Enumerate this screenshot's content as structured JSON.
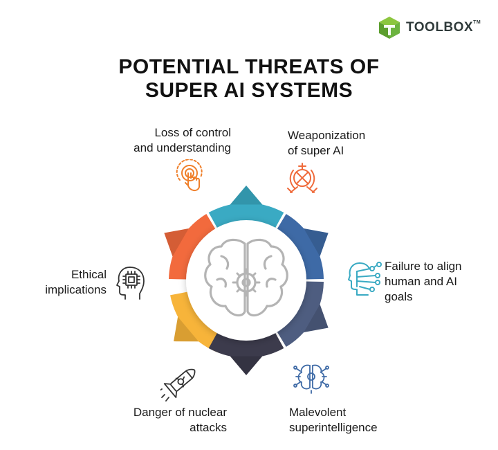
{
  "brand": {
    "name": "TOOLBOX",
    "trademark": "TM",
    "color": "#6cb33f"
  },
  "title": {
    "line1": "POTENTIAL THREATS OF",
    "line2": "SUPER AI SYSTEMS"
  },
  "threats": [
    {
      "line1": "Loss of control",
      "line2": "and understanding",
      "icon": "touch-icon",
      "color": "#f7b43a"
    },
    {
      "line1": "Weaponization",
      "line2": "of super AI",
      "icon": "weapon-icon",
      "color": "#f26a3d"
    },
    {
      "line1": "Failure to align",
      "line2": "human and AI",
      "line3": "goals",
      "icon": "ai-head-network-icon",
      "color": "#3aaac3"
    },
    {
      "line1": "Malevolent",
      "line2": "superintelligence",
      "icon": "brain-circuit-icon",
      "color": "#3e6aa6"
    },
    {
      "line1": "Danger of nuclear",
      "line2": "attacks",
      "icon": "nuclear-missile-icon",
      "color": "#4e5d80"
    },
    {
      "line1": "Ethical",
      "line2": "implications",
      "icon": "chip-head-icon",
      "color": "#3c3b4c"
    }
  ],
  "center": {
    "icon": "brain-gear-icon"
  }
}
